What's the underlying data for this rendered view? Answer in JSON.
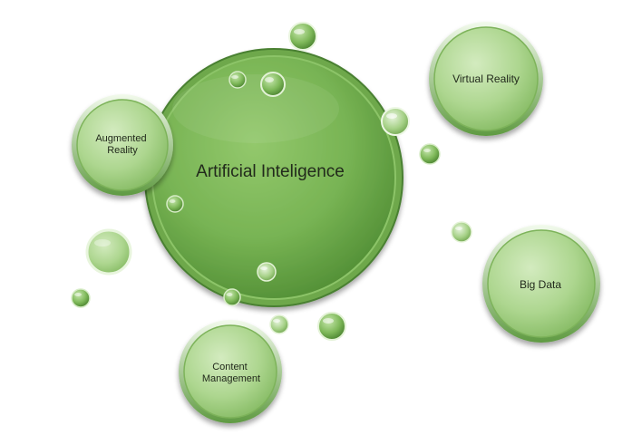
{
  "diagram": {
    "center": {
      "label": "Artificial Inteligence"
    },
    "topics": [
      {
        "id": "augmented-reality",
        "label_lines": [
          "Augmented",
          "Reality"
        ]
      },
      {
        "id": "virtual-reality",
        "label_lines": [
          "Virtual Reality"
        ]
      },
      {
        "id": "big-data",
        "label_lines": [
          "Big Data"
        ]
      },
      {
        "id": "content-management",
        "label_lines": [
          "Content",
          "Management"
        ]
      }
    ],
    "colors": {
      "main_fill": "#78b454",
      "main_dark": "#4e8a32",
      "topic_fill": "#a9d48c",
      "topic_edge": "#6fa54e",
      "text": "#222a1c"
    }
  }
}
